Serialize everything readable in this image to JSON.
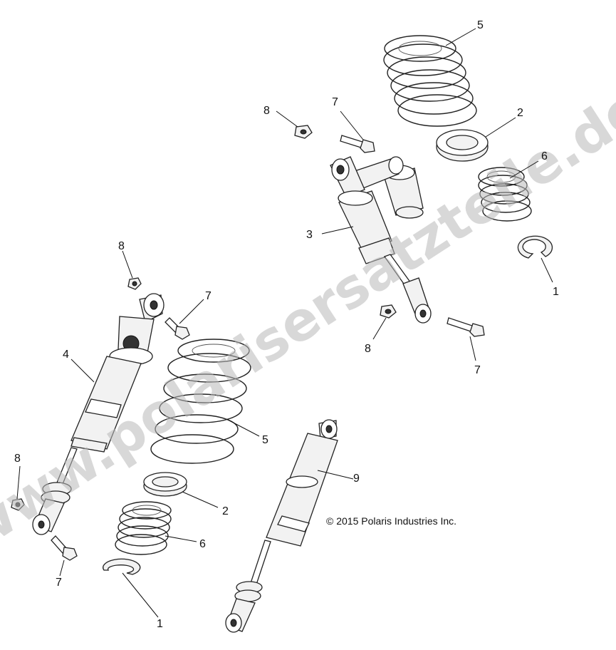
{
  "watermark": "www.polarisersatzteile.de",
  "copyright": "© 2015 Polaris Industries Inc.",
  "callouts": {
    "c1_right": "1",
    "c2_right": "2",
    "c3": "3",
    "c5_right": "5",
    "c6_right": "6",
    "c7_top": "7",
    "c8_top": "8",
    "c8_mid": "8",
    "c7_mid_right": "7",
    "c8_left_top": "8",
    "c7_left_top": "7",
    "c4": "4",
    "c5_left": "5",
    "c2_left": "2",
    "c6_left": "6",
    "c8_left_bottom": "8",
    "c7_left_bottom": "7",
    "c1_left": "1",
    "c9": "9"
  },
  "colors": {
    "line": "#222222",
    "watermark": "#b9b9b9",
    "part_fill": "#f2f2f2"
  }
}
